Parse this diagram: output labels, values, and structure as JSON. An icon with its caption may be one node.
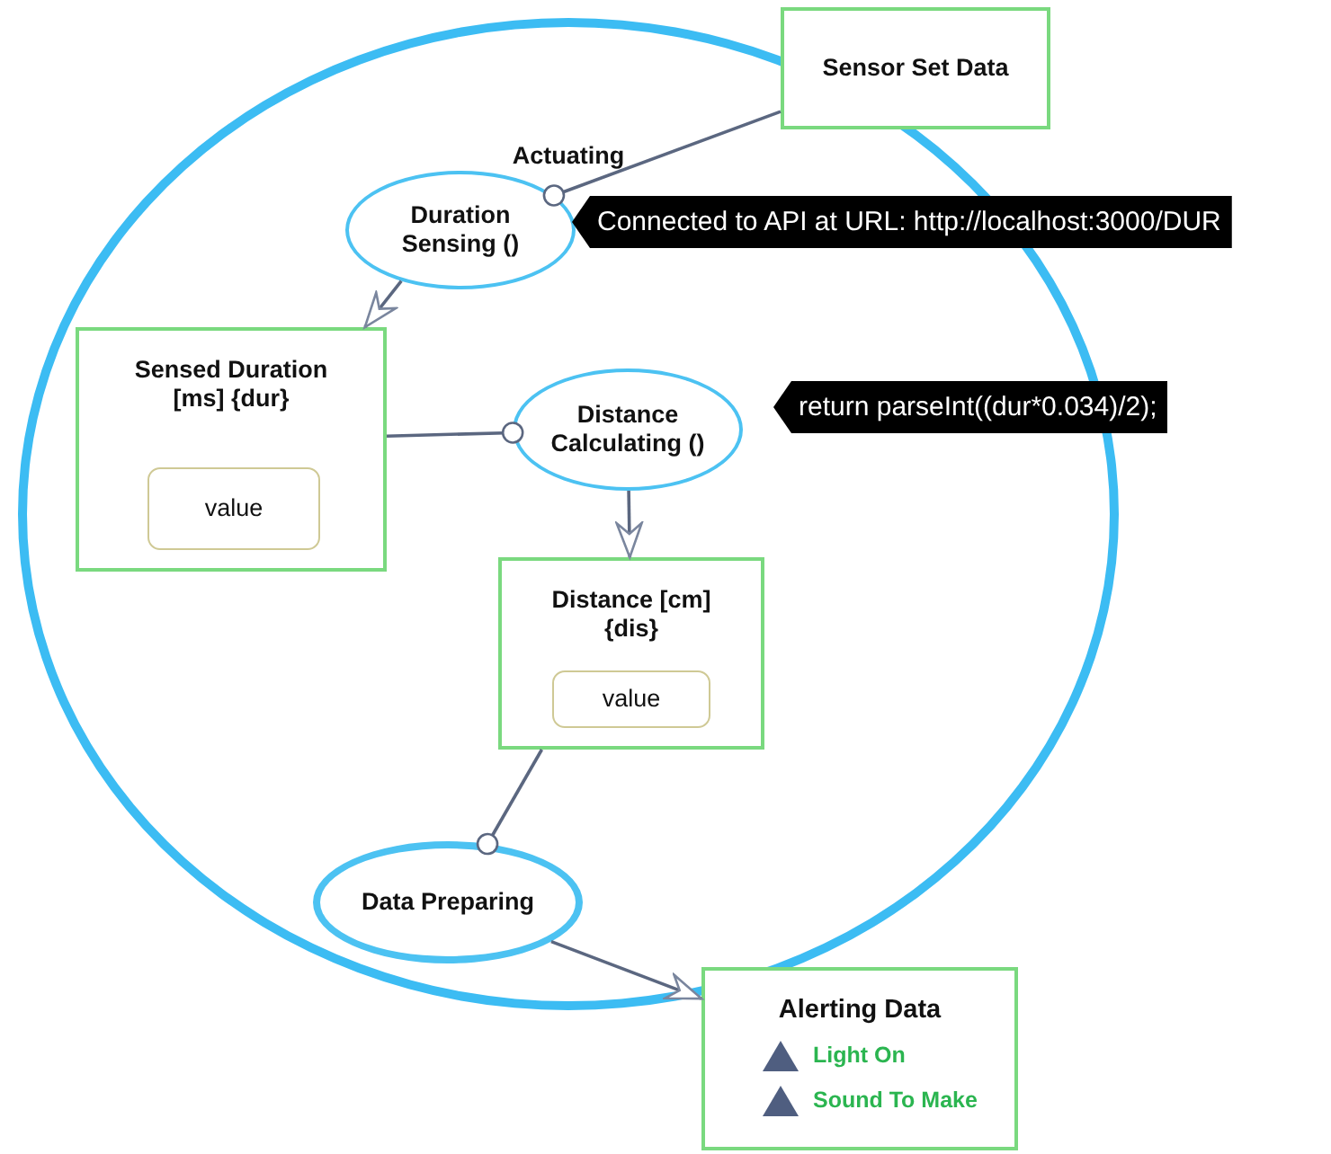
{
  "diagram": {
    "nodes": [
      {
        "text": [
          "Actuating"
        ]
      },
      {
        "text": [
          "Sensor Set Data"
        ]
      },
      {
        "text": [
          "Duration Sensing ()"
        ],
        "in": 0,
        "beside": [
          "Connected to API at URL: http://localhost:3000/DUR"
        ]
      },
      {
        "text": [
          "Sensed Duration [ms] {dur}"
        ],
        "in": 0
      },
      {
        "text": [
          "value"
        ],
        "in": 3
      },
      {
        "text": [
          "Distance Calculating ()"
        ],
        "in": 0,
        "beside": [
          "return parseInt((dur*0.034)/2);"
        ]
      },
      {
        "text": [
          "Distance [cm] {dis}"
        ],
        "in": 0
      },
      {
        "text": [
          "value"
        ],
        "in": 6
      },
      {
        "text": [
          "Data Preparing"
        ],
        "in": 0
      },
      {
        "text": [
          "Alerting Data",
          "Light On",
          "Sound To Make"
        ]
      }
    ],
    "edges": [
      {
        "from": 1,
        "to": 2,
        "arrow": "other"
      },
      {
        "from": 2,
        "to": 3,
        "arrow": "to"
      },
      {
        "from": 3,
        "to": 5,
        "arrow": "other"
      },
      {
        "from": 5,
        "to": 6,
        "arrow": "to"
      },
      {
        "from": 6,
        "to": 8,
        "arrow": "other"
      },
      {
        "from": 8,
        "to": 9,
        "arrow": "to"
      }
    ]
  }
}
